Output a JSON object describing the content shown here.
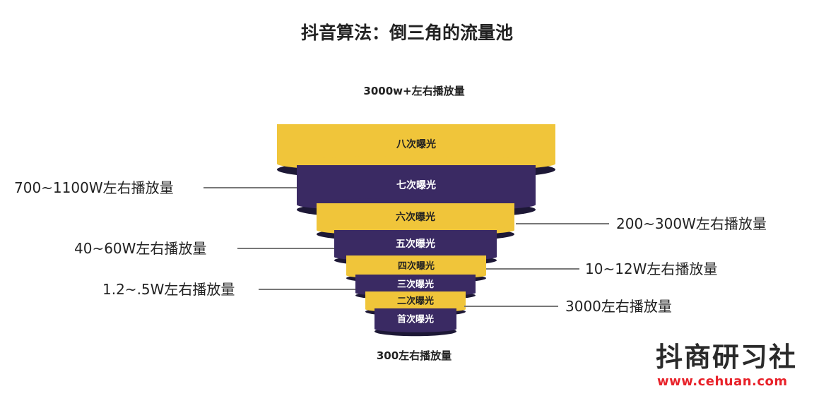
{
  "title": "抖音算法：倒三角的流量池",
  "top_label": "3000w+左右播放量",
  "bottom_label": "300左右播放量",
  "colors": {
    "yellow": "#f0c53a",
    "purple": "#3a2a63",
    "edge": "#1d1836",
    "text_dark": "#222222",
    "text_light": "#ffffff",
    "line": "#777777"
  },
  "tiers": [
    {
      "label": "八次曝光",
      "color": "yellow"
    },
    {
      "label": "七次曝光",
      "color": "purple"
    },
    {
      "label": "六次曝光",
      "color": "yellow"
    },
    {
      "label": "五次曝光",
      "color": "purple"
    },
    {
      "label": "四次曝光",
      "color": "yellow"
    },
    {
      "label": "三次曝光",
      "color": "purple"
    },
    {
      "label": "二次曝光",
      "color": "yellow"
    },
    {
      "label": "首次曝光",
      "color": "purple"
    }
  ],
  "callouts": [
    {
      "text": "700~1100W左右播放量",
      "side": "left"
    },
    {
      "text": "200~300W左右播放量",
      "side": "right"
    },
    {
      "text": "40~60W左右播放量",
      "side": "left"
    },
    {
      "text": "10~12W左右播放量",
      "side": "right"
    },
    {
      "text": "1.2~.5W左右播放量",
      "side": "left"
    },
    {
      "text": "3000左右播放量",
      "side": "right"
    }
  ],
  "watermark": {
    "brand": "抖商研习社",
    "url": "www.cehuan.com"
  }
}
